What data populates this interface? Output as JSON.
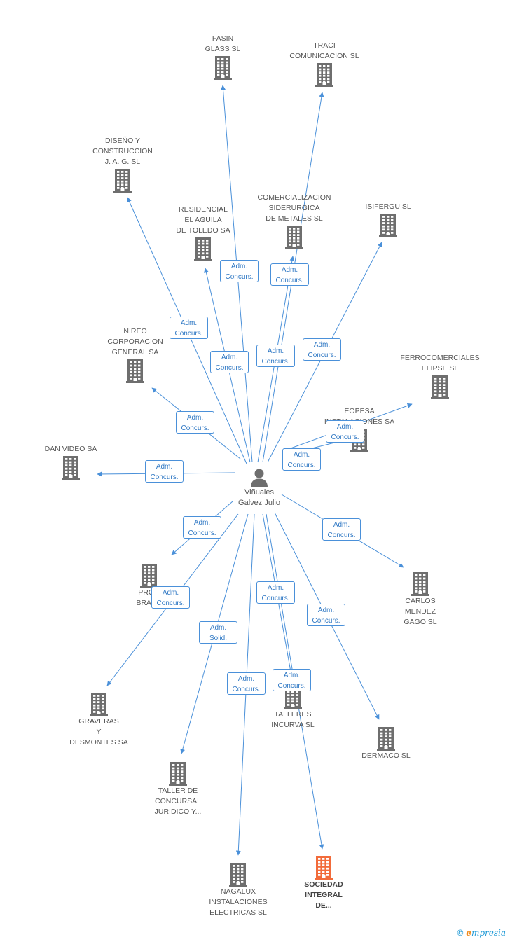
{
  "person": {
    "name": "Viñuales\nGalvez Julio"
  },
  "companies": [
    {
      "id": "fasin",
      "label": "FASIN\nGLASS SL"
    },
    {
      "id": "traci",
      "label": "TRACI\nCOMUNICACION SL"
    },
    {
      "id": "diseno",
      "label": "DISEÑO Y\nCONSTRUCCION\nJ. A. G. SL"
    },
    {
      "id": "residencial",
      "label": "RESIDENCIAL\nEL AGUILA\nDE TOLEDO SA"
    },
    {
      "id": "comercializacion",
      "label": "COMERCIALIZACION\nSIDERURGICA\nDE METALES SL"
    },
    {
      "id": "isifergu",
      "label": "ISIFERGU SL"
    },
    {
      "id": "nireo",
      "label": "NIREO\nCORPORACION\nGENERAL SA"
    },
    {
      "id": "ferrocomerciales",
      "label": "FERROCOMERCIALES\nELIPSE SL"
    },
    {
      "id": "eopesa",
      "label": "EOPESA\nINSTALACIONES SA"
    },
    {
      "id": "danvideo",
      "label": "DAN VIDEO SA"
    },
    {
      "id": "promociones",
      "label": "PROM\nBRAMA"
    },
    {
      "id": "carlos",
      "label": "CARLOS\nMENDEZ\nGAGO SL"
    },
    {
      "id": "graveras",
      "label": "GRAVERAS\nY\nDESMONTES SA"
    },
    {
      "id": "talleres",
      "label": "TALLERES\nINCURVA SL"
    },
    {
      "id": "dermaco",
      "label": "DERMACO SL"
    },
    {
      "id": "taller",
      "label": "TALLER DE\nCONCURSAL\nJURIDICO Y..."
    },
    {
      "id": "nagalux",
      "label": "NAGALUX\nINSTALACIONES\nELECTRICAS SL"
    },
    {
      "id": "sociedad",
      "label": "SOCIEDAD\nINTEGRAL\nDE...",
      "highlight": true
    }
  ],
  "roles": [
    {
      "target": "fasin",
      "label": "Adm.\nConcurs."
    },
    {
      "target": "comercializacion",
      "label": "Adm.\nConcurs."
    },
    {
      "target": "diseno",
      "label": "Adm.\nConcurs."
    },
    {
      "target": "residencial",
      "label": "Adm.\nConcurs."
    },
    {
      "target": "traci",
      "label": "Adm.\nConcurs."
    },
    {
      "target": "isifergu",
      "label": "Adm.\nConcurs."
    },
    {
      "target": "nireo",
      "label": "Adm.\nConcurs."
    },
    {
      "target": "ferrocomerciales",
      "label": "Adm.\nConcurs."
    },
    {
      "target": "eopesa",
      "label": "Adm.\nConcurs."
    },
    {
      "target": "danvideo",
      "label": "Adm.\nConcurs."
    },
    {
      "target": "promociones",
      "label": "Adm.\nConcurs."
    },
    {
      "target": "carlos",
      "label": "Adm.\nConcurs."
    },
    {
      "target": "graveras",
      "label": "Adm.\nConcurs."
    },
    {
      "target": "talleres",
      "label": "Adm.\nConcurs."
    },
    {
      "target": "dermaco",
      "label": "Adm.\nConcurs."
    },
    {
      "target": "taller",
      "label": "Adm.\nSolid."
    },
    {
      "target": "nagalux",
      "label": "Adm.\nConcurs."
    },
    {
      "target": "sociedad",
      "label": "Adm.\nConcurs."
    }
  ],
  "colors": {
    "edge": "#4a90d9",
    "building": "#6e6e6e",
    "highlight": "#f26b3a"
  },
  "footer": {
    "copyright": "©",
    "brand_first": "e",
    "brand_rest": "mpresia"
  }
}
